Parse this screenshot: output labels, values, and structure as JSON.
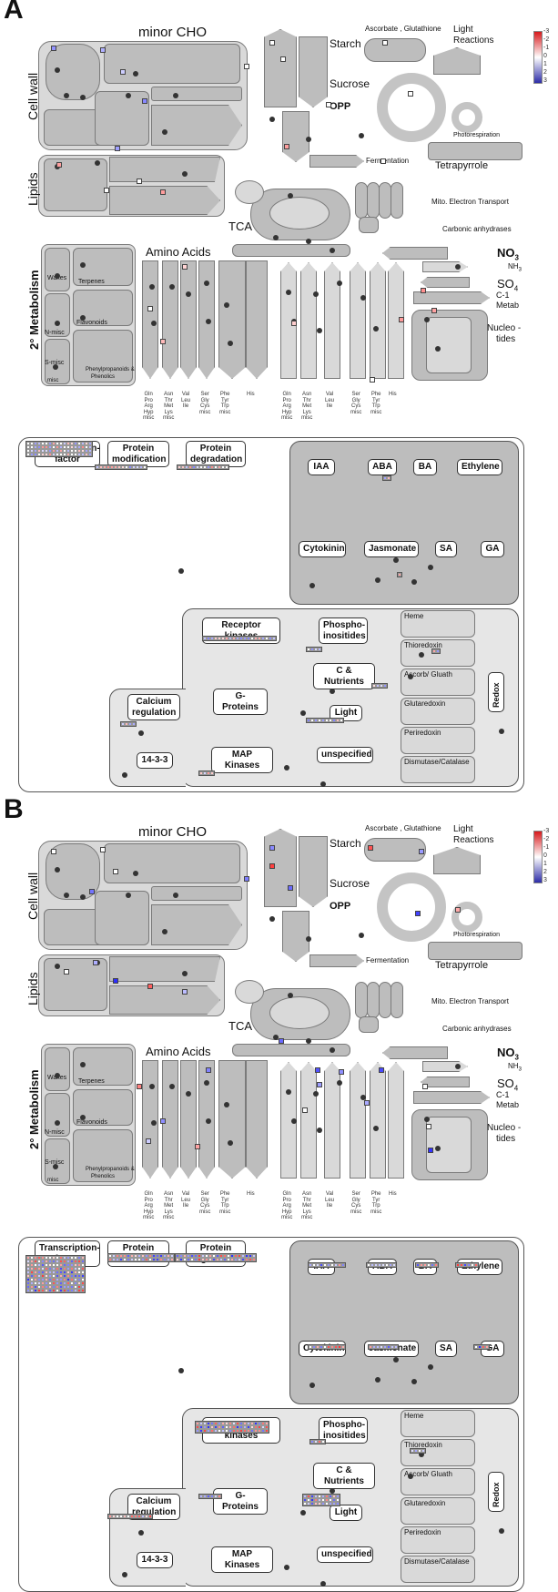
{
  "colors": {
    "gray": "#bdbdbd",
    "light_gray": "#d9d9d9",
    "dark_outline": "#7a7a7a",
    "up": "#c81e1e",
    "down": "#2626a8",
    "white": "#ffffff"
  },
  "legend_ticks": [
    "-3",
    "-2",
    "-1",
    "0",
    "1",
    "2",
    "3"
  ],
  "panels": [
    {
      "id": "A",
      "label": "A"
    },
    {
      "id": "B",
      "label": "B"
    }
  ],
  "metabolism": {
    "minor_cho": "minor  CHO",
    "cell_wall": "Cell wall",
    "lipids": "Lipids",
    "starch": "Starch",
    "sucrose": "Sucrose",
    "opp": "OPP",
    "fermentation": "Fermentation",
    "tca": "TCA",
    "ascorbate": "Ascorbate , Glutathione",
    "light_reactions_1": "Light",
    "light_reactions_2": "Reactions",
    "photorespiration": "Photorespiration",
    "tetrapyrrole": "Tetrapyrrole",
    "mito_electron": "Mito. Electron  Transport",
    "carbonic": "Carbonic  anhydrases",
    "amino_acids": "Amino  Acids",
    "no3": "NO",
    "no3_sub": "3",
    "nh3": "NH",
    "nh3_sub": "3",
    "so4": "SO",
    "so4_sub": "4",
    "c1": "C-1",
    "metab": "Metab",
    "nucleotides_1": "Nucleo -",
    "nucleotides_2": "tides",
    "secondary": "2° Metabolism",
    "waxes": "Waxes",
    "terpenes": "Terpenes",
    "flavonoids": "Flavonoids",
    "n_misc": "N-misc",
    "s_misc": "S-misc",
    "misc": "misc",
    "phenyl_1": "Phenylpropanoids  &",
    "phenyl_2": "Phenolics",
    "aa_labels": [
      "Gln\nPro\nArg\nHyp\nmisc",
      "Asn\nThr\nMet\nLys\nmisc",
      "Val\nLeu\nIle",
      "Ser\nGly\nCys\nmisc",
      "Phe\nTyr\nTrp\nmisc",
      "His",
      "Gln\nPro\nArg\nHyp\nmisc",
      "Asn\nThr\nMet\nLys\nmisc",
      "Val\nLeu\nIle",
      "Ser\nGly\nCys\nmisc",
      "Phe\nTyr\nTrp\nmisc",
      "His"
    ]
  },
  "regulation": {
    "transcription_factor": "Transcription-\nfactor",
    "protein_modification": "Protein\nmodification",
    "protein_degradation": "Protein\ndegradation",
    "iaa": "IAA",
    "aba": "ABA",
    "ba": "BA",
    "ethylene": "Ethylene",
    "cytokinin": "Cytokinin",
    "jasmonate": "Jasmonate",
    "sa": "SA",
    "ga": "GA",
    "receptor_kinases": "Receptor kinases",
    "phosphoinositides": "Phospho-\ninositides",
    "c_nutrients": "C & Nutrients",
    "calcium": "Calcium\nregulation",
    "g_proteins": "G-Proteins",
    "light": "Light",
    "map_kinases": "MAP Kinases",
    "unspecified": "unspecified",
    "p1433": "14-3-3",
    "heme": "Heme",
    "thioredoxin": "Thioredoxin",
    "ascorb_gluath": "Ascorb/ Gluath",
    "glutaredoxin": "Glutaredoxin",
    "peroxiredoxin": "Periredoxin",
    "dismutase": "Dismutase/Catalase",
    "redox": "Redox"
  }
}
